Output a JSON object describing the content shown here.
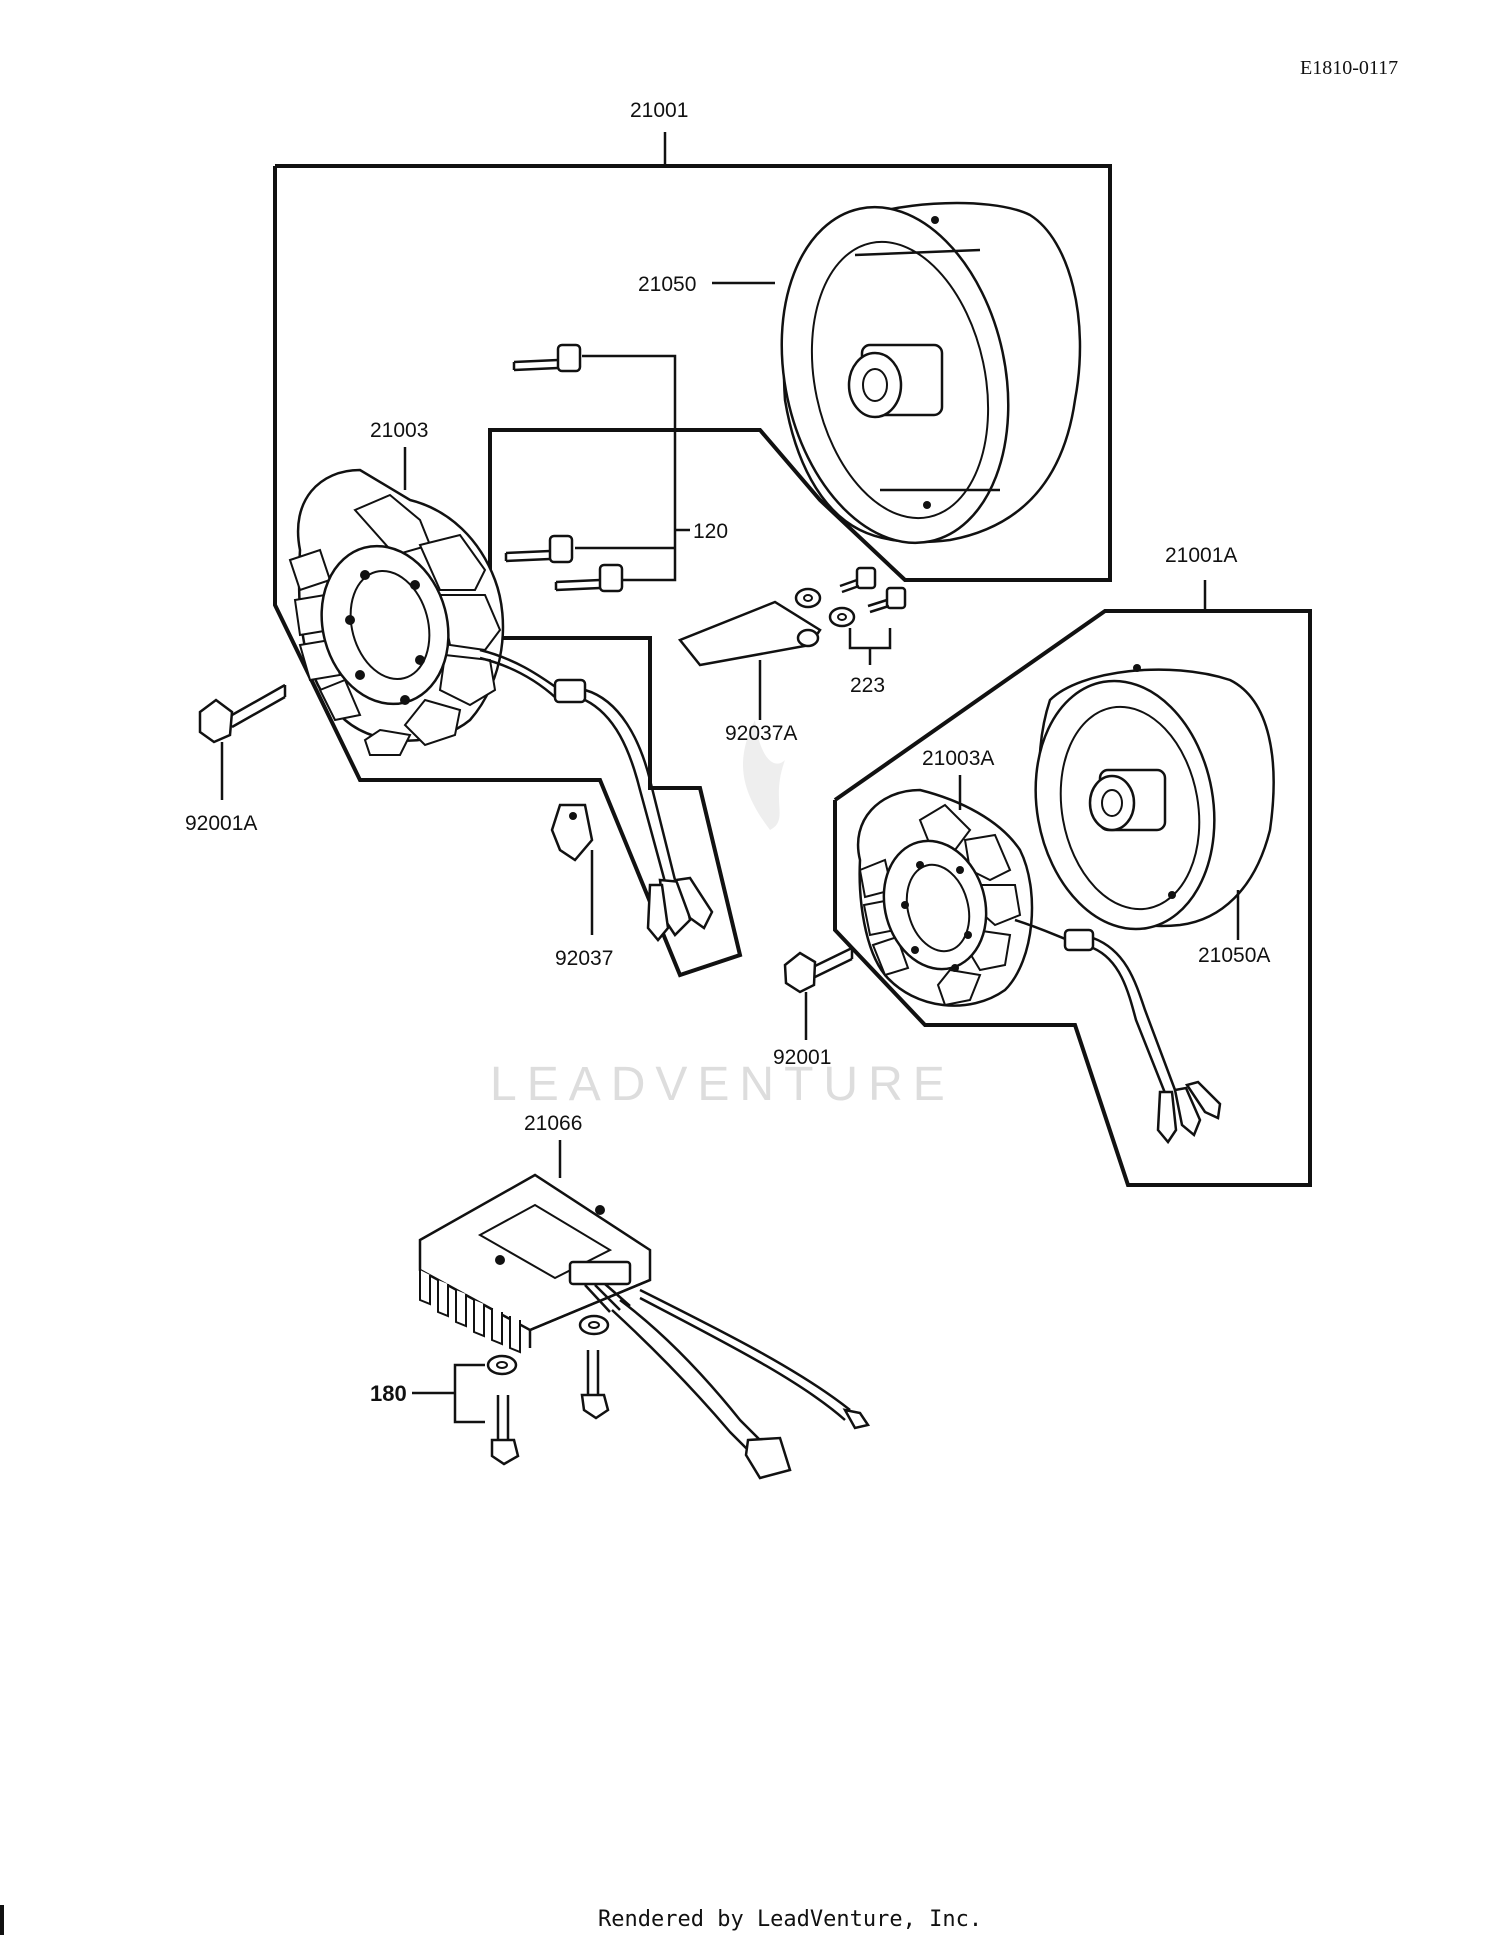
{
  "page_code": "E1810-0117",
  "footer": "Rendered by LeadVenture, Inc.",
  "watermark": "LEADVENTURE",
  "labels": {
    "assy_generator": "21001",
    "assy_generator_a": "21001A",
    "flywheel": "21050",
    "flywheel_a": "21050A",
    "stator": "21003",
    "stator_a": "21003A",
    "bolt_120": "120",
    "washer_223": "223",
    "clamp_92037a": "92037A",
    "clamp_92037": "92037",
    "bolt_92001a": "92001A",
    "bolt_92001": "92001",
    "regulator": "21066",
    "bolt_180": "180"
  }
}
